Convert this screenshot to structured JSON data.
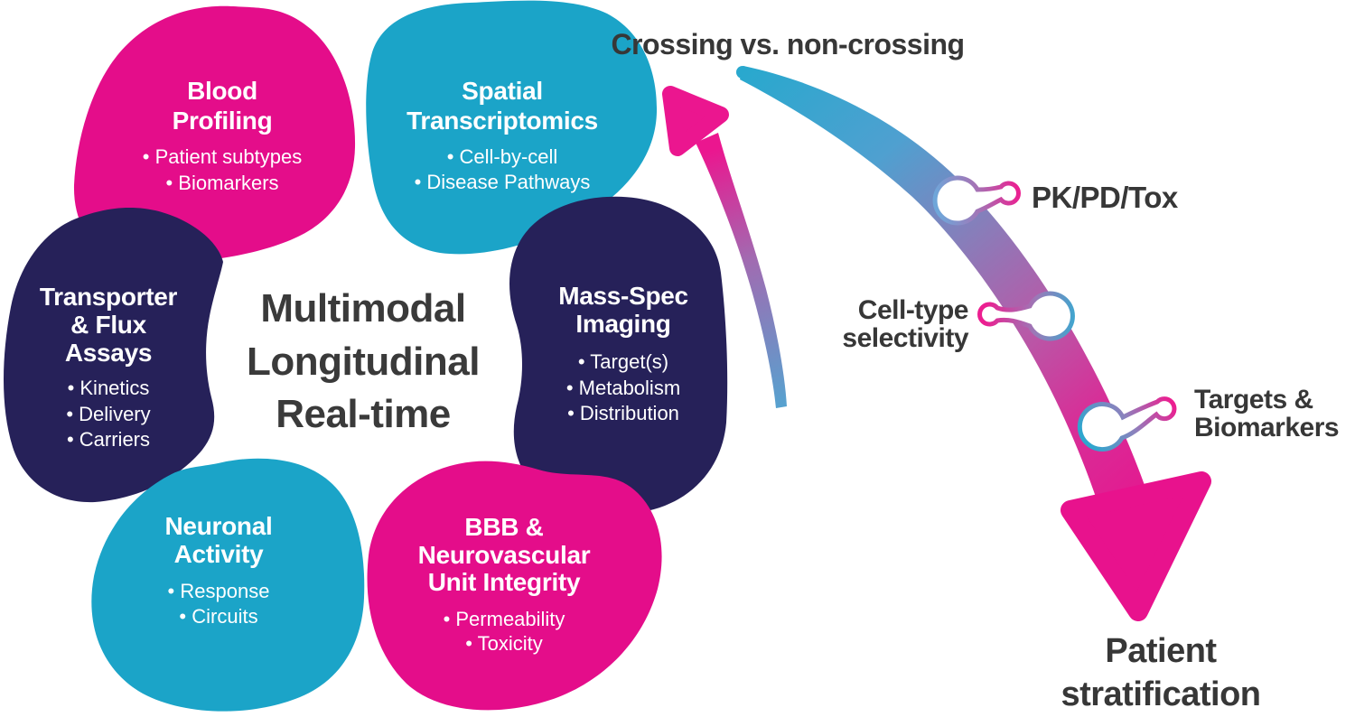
{
  "colors": {
    "pink": "#E40D8A",
    "cyan": "#1BA4C8",
    "navy": "#262159",
    "arrow_pink": "#EB168F",
    "arrow_cyan": "#29A8CE",
    "text_dark": "#3A3A3A",
    "white": "#FFFFFF"
  },
  "center_label": {
    "line1": "Multimodal",
    "line2": "Longitudinal",
    "line3": "Real-time"
  },
  "modules": {
    "blood_profiling": {
      "title1": "Blood",
      "title2": "Profiling",
      "bullet1": "• Patient subtypes",
      "bullet2": "• Biomarkers"
    },
    "spatial_transcriptomics": {
      "title1": "Spatial",
      "title2": "Transcriptomics",
      "bullet1": "• Cell-by-cell",
      "bullet2": "• Disease Pathways"
    },
    "transporter_flux": {
      "title1": "Transporter",
      "title2": "& Flux",
      "title3": "Assays",
      "bullet1": "•  Kinetics",
      "bullet2": "•  Delivery",
      "bullet3": "•  Carriers"
    },
    "mass_spec": {
      "title1": "Mass-Spec",
      "title2": "Imaging",
      "bullet1": "• Target(s)",
      "bullet2": "• Metabolism",
      "bullet3": "• Distribution"
    },
    "neuronal_activity": {
      "title1": "Neuronal",
      "title2": "Activity",
      "bullet1": "•  Response",
      "bullet2": "•  Circuits"
    },
    "bbb_nvu": {
      "title1": "BBB &",
      "title2": "Neurovascular",
      "title3": "Unit Integrity",
      "bullet1": "• Permeability",
      "bullet2": "• Toxicity"
    }
  },
  "pathway": {
    "heading": "Crossing vs. non-crossing",
    "node1_label": "PK/PD/Tox",
    "node2_label_line1": "Cell-type",
    "node2_label_line2": "selectivity",
    "node3_label_line1": "Targets &",
    "node3_label_line2": "Biomarkers",
    "outcome_line1": "Patient",
    "outcome_line2": "stratification"
  }
}
